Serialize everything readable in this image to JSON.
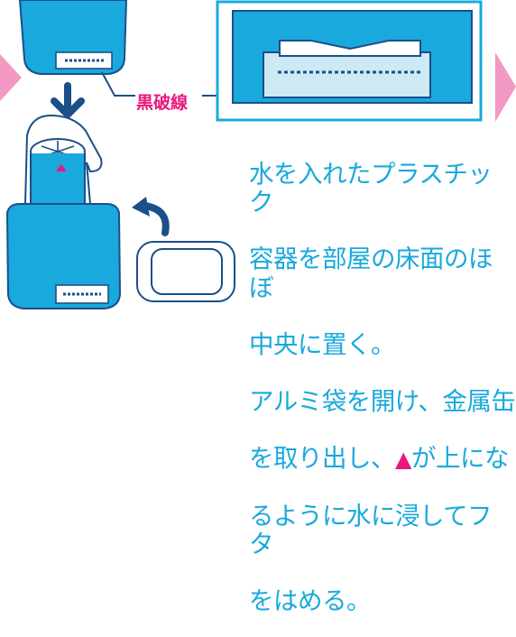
{
  "callout_label": "黒破線",
  "instructions": {
    "line1": "水を入れたプラスチック",
    "line2": "容器を部屋の床面のほぼ",
    "line3": "中央に置く。",
    "line4": "アルミ袋を開け、金属缶",
    "line5a": "を取り出し、",
    "up_glyph": "▲",
    "line5b": "が上にな",
    "line6": "るように水に浸してフタ",
    "line7": "をはめる。"
  },
  "colors": {
    "cyan": "#19a9dc",
    "pink": "#e8197d",
    "light_pink": "#f29ac4",
    "dark_blue": "#1b4f8a"
  }
}
